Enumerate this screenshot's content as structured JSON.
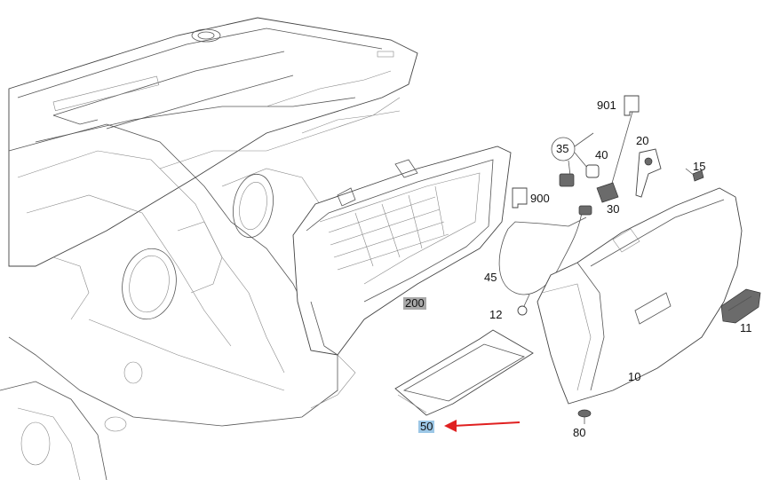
{
  "callouts": {
    "c901": "901",
    "c35": "35",
    "c40": "40",
    "c20": "20",
    "c15": "15",
    "c900": "900",
    "c30": "30",
    "c45": "45",
    "c200": "200",
    "c12": "12",
    "c11": "11",
    "c10": "10",
    "c50": "50",
    "c80": "80"
  },
  "highlight": {
    "part_200_fill": "#a8a8a8",
    "part_50_fill": "#9cc7e6",
    "arrow_color": "#e02020"
  }
}
